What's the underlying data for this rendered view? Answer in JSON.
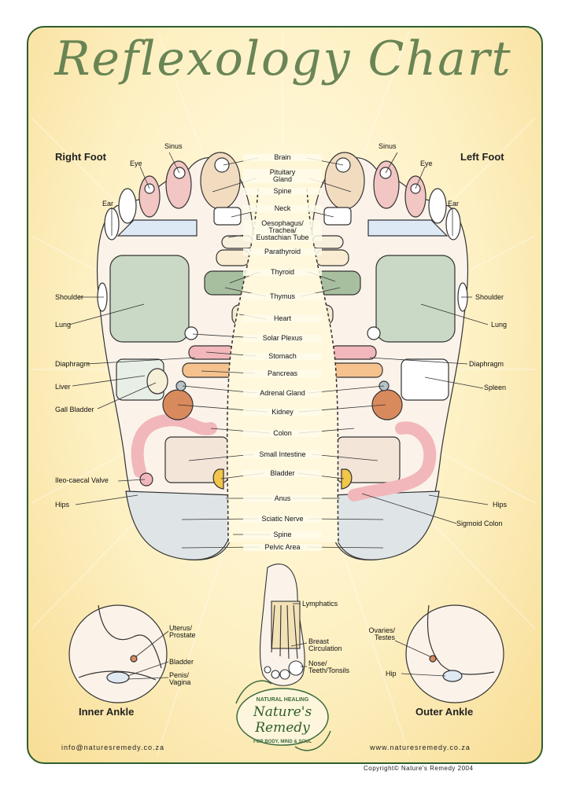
{
  "title": "Reflexology Chart",
  "headings": {
    "right_foot": "Right Foot",
    "left_foot": "Left Foot"
  },
  "center_labels": [
    {
      "key": "brain",
      "text": "Brain"
    },
    {
      "key": "pituitary",
      "text": "Pituitary\nGland"
    },
    {
      "key": "spine_top",
      "text": "Spine"
    },
    {
      "key": "neck",
      "text": "Neck"
    },
    {
      "key": "oesophagus",
      "text": "Oesophagus/\nTrachea/\nEustachian Tube"
    },
    {
      "key": "parathyroid",
      "text": "Parathyroid"
    },
    {
      "key": "thyroid",
      "text": "Thyroid"
    },
    {
      "key": "thymus",
      "text": "Thymus"
    },
    {
      "key": "heart",
      "text": "Heart"
    },
    {
      "key": "solar_plexus",
      "text": "Solar Plexus"
    },
    {
      "key": "stomach",
      "text": "Stomach"
    },
    {
      "key": "pancreas",
      "text": "Pancreas"
    },
    {
      "key": "adrenal",
      "text": "Adrenal Gland"
    },
    {
      "key": "kidney",
      "text": "Kidney"
    },
    {
      "key": "colon",
      "text": "Colon"
    },
    {
      "key": "small_intestine",
      "text": "Small Intestine"
    },
    {
      "key": "bladder",
      "text": "Bladder"
    },
    {
      "key": "anus",
      "text": "Anus"
    },
    {
      "key": "sciatic",
      "text": "Sciatic Nerve"
    },
    {
      "key": "spine_bottom",
      "text": "Spine"
    },
    {
      "key": "pelvic",
      "text": "Pelvic Area"
    }
  ],
  "left_labels": {
    "sinus": "Sinus",
    "eye": "Eye",
    "ear": "Ear",
    "shoulder": "Shoulder",
    "lung": "Lung",
    "diaphragm": "Diaphragm",
    "liver": "Liver",
    "gall_bladder": "Gall Bladder",
    "ileo": "Ileo-caecal Valve",
    "hips": "Hips"
  },
  "right_labels": {
    "sinus": "Sinus",
    "eye": "Eye",
    "ear": "Ear",
    "shoulder": "Shoulder",
    "lung": "Lung",
    "diaphragm": "Diaphragm",
    "spleen": "Spleen",
    "hips": "Hips",
    "sigmoid": "Sigmoid Colon"
  },
  "dorsal_labels": {
    "lymphatics": "Lymphatics",
    "breast": "Breast\nCirculation",
    "nose": "Nose/\nTeeth/Tonsils"
  },
  "ankles": {
    "inner_caption": "Inner Ankle",
    "outer_caption": "Outer Ankle",
    "uterus": "Uterus/\nProstate",
    "bladder": "Bladder",
    "penis": "Penis/\nVagina",
    "ovaries": "Ovaries/\nTestes",
    "hip": "Hip"
  },
  "logo": {
    "top": "NATURAL HEALING",
    "name_line1": "Nature's",
    "name_line2": "Remedy",
    "bottom": "FOR BODY, MIND & SOUL"
  },
  "footer": {
    "email": "info@naturesremedy.co.za",
    "website": "www.naturesremedy.co.za",
    "copyright": "Copyright© Nature's Remedy 2004"
  },
  "colors": {
    "border": "#2f5d2f",
    "background": "#fdf0c2",
    "lung": "#c9d9c5",
    "thymus": "#a8bf9f",
    "kidney": "#d98a5d",
    "colon": "#f2b7bb",
    "pancreas": "#f5c28e",
    "pelvic": "#dfe4e6",
    "spine": "#fff8dc"
  }
}
